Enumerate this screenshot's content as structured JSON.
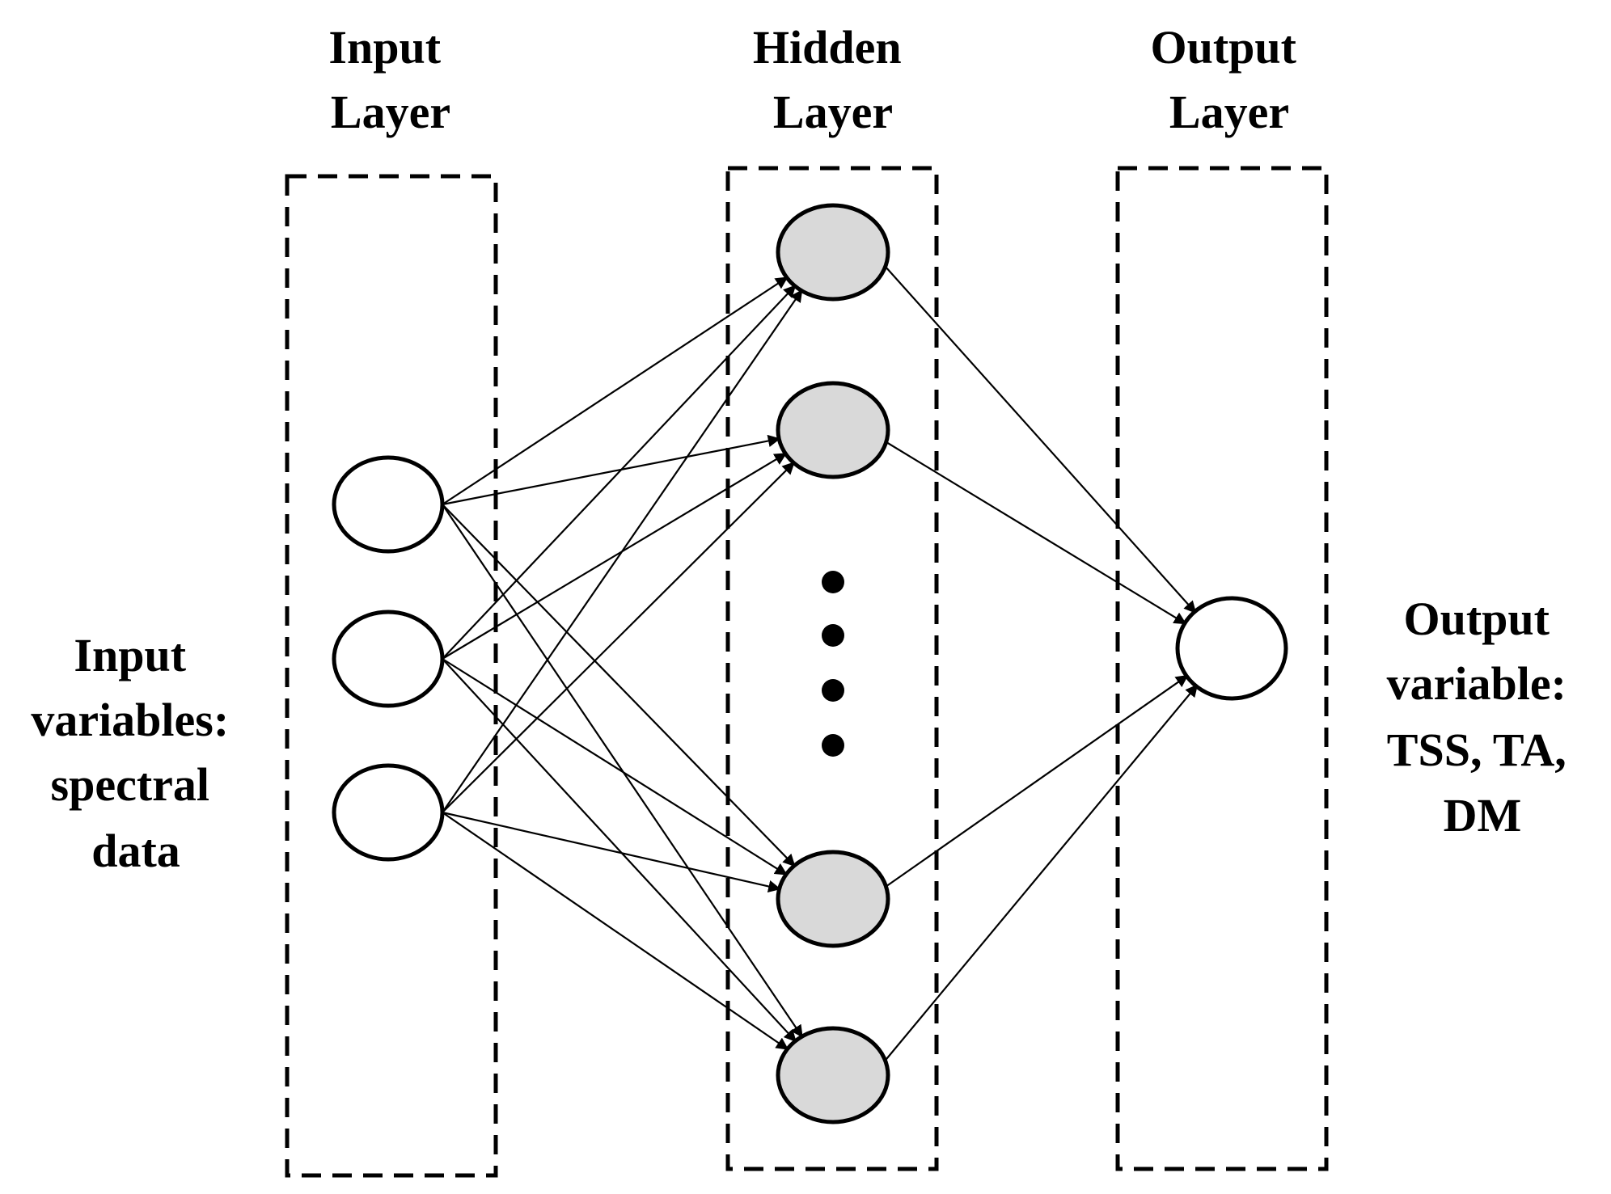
{
  "layers": {
    "input": {
      "title": [
        "Input",
        "Layer"
      ]
    },
    "hidden": {
      "title": [
        "Hidden",
        "Layer"
      ]
    },
    "output": {
      "title": [
        "Output",
        "Layer"
      ]
    }
  },
  "side_labels": {
    "input": [
      "Input",
      "variables:",
      "spectral",
      "data"
    ],
    "output": [
      "Output",
      "variable:",
      "TSS, TA,",
      "DM"
    ]
  },
  "network": {
    "input_nodes": 3,
    "hidden_nodes_shown": 4,
    "hidden_ellipsis_dots": 4,
    "output_nodes": 1
  },
  "colors": {
    "hidden_node_fill": "#d9d9d9",
    "input_node_fill": "#ffffff",
    "output_node_fill": "#ffffff",
    "stroke": "#000000"
  }
}
